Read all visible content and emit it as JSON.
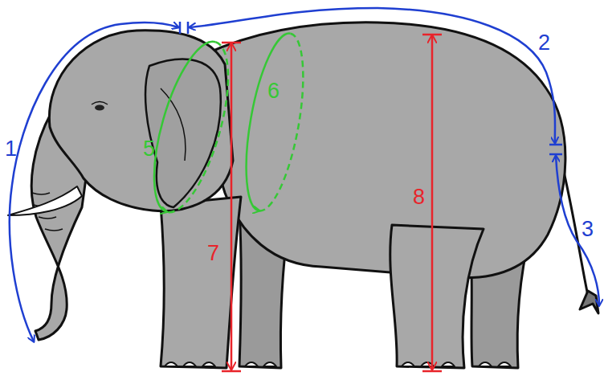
{
  "diagram": {
    "labels": [
      "1",
      "2",
      "3",
      "5",
      "6",
      "7",
      "8"
    ]
  }
}
